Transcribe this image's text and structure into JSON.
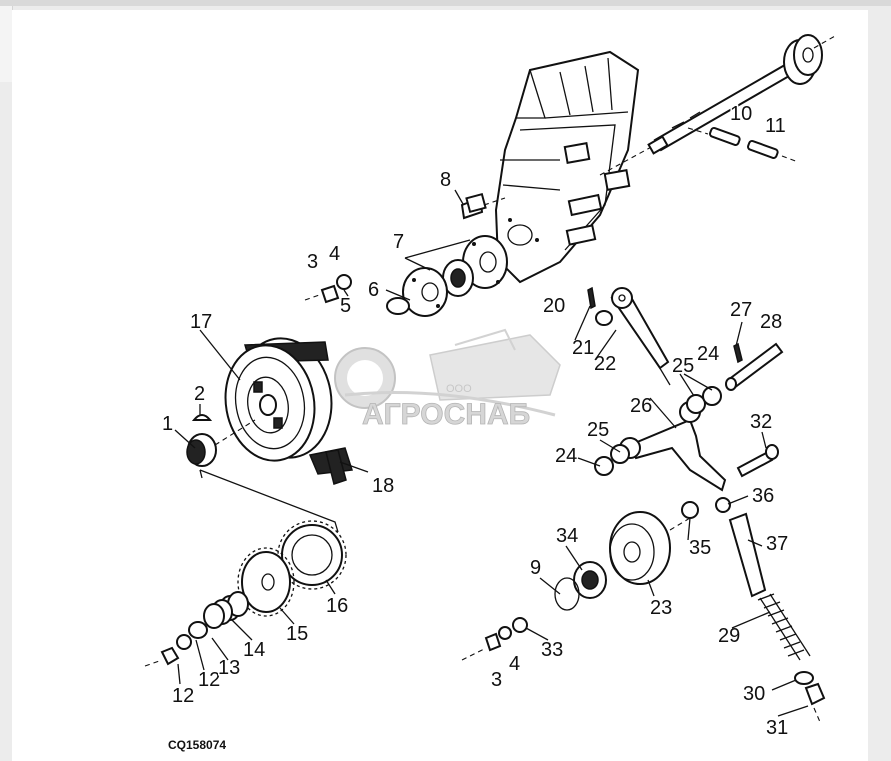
{
  "figure_code": "CQ158074",
  "watermark": {
    "brand": "АГРОСНАБ",
    "prefix": "ООО"
  },
  "callouts": [
    {
      "id": "c1",
      "text": "1"
    },
    {
      "id": "c2",
      "text": "2"
    },
    {
      "id": "c3a",
      "text": "3"
    },
    {
      "id": "c3b",
      "text": "3"
    },
    {
      "id": "c4a",
      "text": "4"
    },
    {
      "id": "c4b",
      "text": "4"
    },
    {
      "id": "c5",
      "text": "5"
    },
    {
      "id": "c6",
      "text": "6"
    },
    {
      "id": "c7",
      "text": "7"
    },
    {
      "id": "c8",
      "text": "8"
    },
    {
      "id": "c9",
      "text": "9"
    },
    {
      "id": "c10",
      "text": "10"
    },
    {
      "id": "c11",
      "text": "11"
    },
    {
      "id": "c12a",
      "text": "12"
    },
    {
      "id": "c12b",
      "text": "12"
    },
    {
      "id": "c13",
      "text": "13"
    },
    {
      "id": "c14",
      "text": "14"
    },
    {
      "id": "c15",
      "text": "15"
    },
    {
      "id": "c16",
      "text": "16"
    },
    {
      "id": "c17",
      "text": "17"
    },
    {
      "id": "c18",
      "text": "18"
    },
    {
      "id": "c20",
      "text": "20"
    },
    {
      "id": "c21",
      "text": "21"
    },
    {
      "id": "c22",
      "text": "22"
    },
    {
      "id": "c23",
      "text": "23"
    },
    {
      "id": "c24a",
      "text": "24"
    },
    {
      "id": "c24b",
      "text": "24"
    },
    {
      "id": "c25a",
      "text": "25"
    },
    {
      "id": "c25b",
      "text": "25"
    },
    {
      "id": "c26",
      "text": "26"
    },
    {
      "id": "c27",
      "text": "27"
    },
    {
      "id": "c28",
      "text": "28"
    },
    {
      "id": "c29",
      "text": "29"
    },
    {
      "id": "c30",
      "text": "30"
    },
    {
      "id": "c31",
      "text": "31"
    },
    {
      "id": "c32",
      "text": "32"
    },
    {
      "id": "c33",
      "text": "33"
    },
    {
      "id": "c34",
      "text": "34"
    },
    {
      "id": "c35",
      "text": "35"
    },
    {
      "id": "c36",
      "text": "36"
    },
    {
      "id": "c37",
      "text": "37"
    }
  ]
}
